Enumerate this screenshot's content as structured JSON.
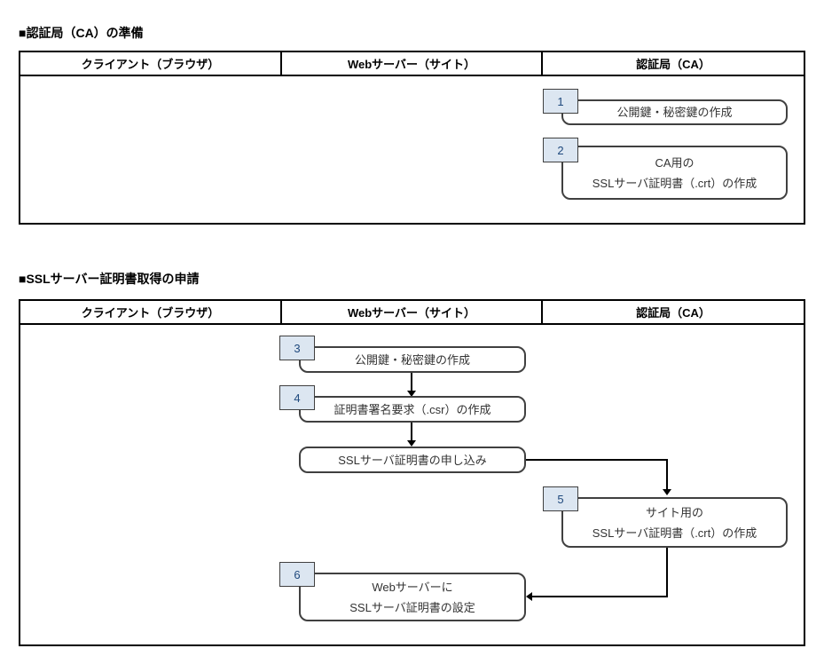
{
  "colors": {
    "badge_fill": "#dce6f1",
    "badge_border": "#404040",
    "badge_text": "#1f497d",
    "box_border": "#404040",
    "box_text": "#333333",
    "table_border": "#000000",
    "arrow": "#000000"
  },
  "sections": [
    {
      "title": "■認証局（CA）の準備",
      "columns": [
        "クライアント（ブラウザ）",
        "Webサーバー（サイト）",
        "認証局（CA）"
      ],
      "steps": [
        {
          "num": "1",
          "lines": [
            "公開鍵・秘密鍵の作成"
          ]
        },
        {
          "num": "2",
          "lines": [
            "CA用の",
            "SSLサーバ証明書（.crt）の作成"
          ]
        }
      ]
    },
    {
      "title": "■SSLサーバー証明書取得の申請",
      "columns": [
        "クライアント（ブラウザ）",
        "Webサーバー（サイト）",
        "認証局（CA）"
      ],
      "steps": [
        {
          "num": "3",
          "lines": [
            "公開鍵・秘密鍵の作成"
          ]
        },
        {
          "num": "4",
          "lines": [
            "証明書署名要求（.csr）の作成"
          ]
        },
        {
          "num": "",
          "lines": [
            "SSLサーバ証明書の申し込み"
          ]
        },
        {
          "num": "5",
          "lines": [
            "サイト用の",
            "SSLサーバ証明書（.crt）の作成"
          ]
        },
        {
          "num": "6",
          "lines": [
            "Webサーバーに",
            "SSLサーバ証明書の設定"
          ]
        }
      ]
    }
  ]
}
